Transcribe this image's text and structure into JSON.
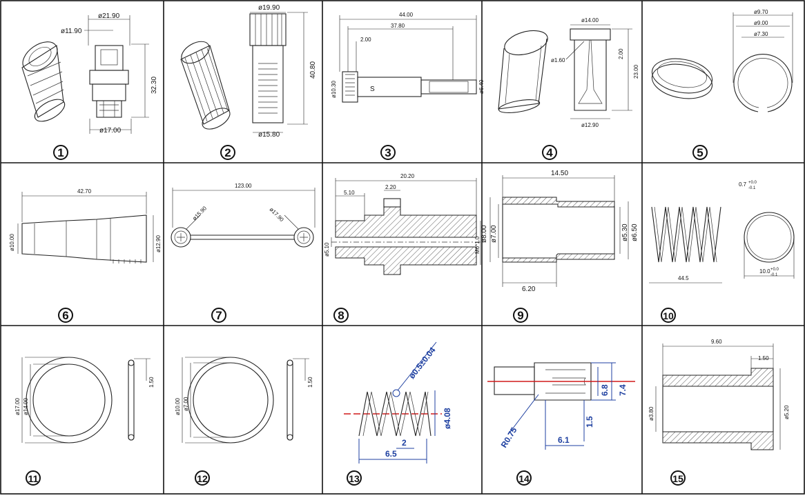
{
  "cells": [
    {
      "number": "1",
      "dims": [
        "ø21.90",
        "ø11.90",
        "32.30",
        "ø17.00"
      ]
    },
    {
      "number": "2",
      "dims": [
        "ø19.90",
        "40.80",
        "ø15.80"
      ]
    },
    {
      "number": "3",
      "dims": [
        "44.00",
        "37.80",
        "2.00",
        "ø10.30",
        "ø6.40"
      ]
    },
    {
      "number": "4",
      "dims": [
        "ø14.00",
        "ø1.60",
        "2.00",
        "23.00",
        "ø12.90"
      ]
    },
    {
      "number": "5",
      "dims": [
        "ø9.70",
        "ø9.00",
        "ø7.30"
      ]
    },
    {
      "number": "6",
      "dims": [
        "42.70",
        "ø10.00",
        "ø12.90"
      ]
    },
    {
      "number": "7",
      "dims": [
        "123.00",
        "ø15.90",
        "ø17.90"
      ]
    },
    {
      "number": "8",
      "dims": [
        "20.20",
        "5.10",
        "2.20",
        "ø5.10",
        "M6*1.0"
      ]
    },
    {
      "number": "9",
      "dims": [
        "14.50",
        "ø8.00",
        "ø7.00",
        "ø5.30",
        "ø6.50",
        "6.20"
      ]
    },
    {
      "number": "10",
      "dims": [
        "0.7",
        "+0.0",
        "-0.1",
        "44.5",
        "10.0",
        "+0.0",
        "-0.1"
      ]
    },
    {
      "number": "11",
      "dims": [
        "ø17.00",
        "ø14.00",
        "1.50"
      ]
    },
    {
      "number": "12",
      "dims": [
        "ø10.00",
        "ø7.00",
        "1.50"
      ]
    },
    {
      "number": "13",
      "dims": [
        "ø0.5±0.04",
        "ø4.08",
        "2",
        "6.5"
      ]
    },
    {
      "number": "14",
      "dims": [
        "6.8",
        "7.4",
        "1.5",
        "R0.75",
        "6.1"
      ]
    },
    {
      "number": "15",
      "dims": [
        "9.60",
        "1.50",
        "ø3.80",
        "ø5.20"
      ]
    }
  ],
  "colors": {
    "dimension_blue": "#1d3fa0",
    "centerline_red": "#d01818",
    "line": "#222222"
  }
}
